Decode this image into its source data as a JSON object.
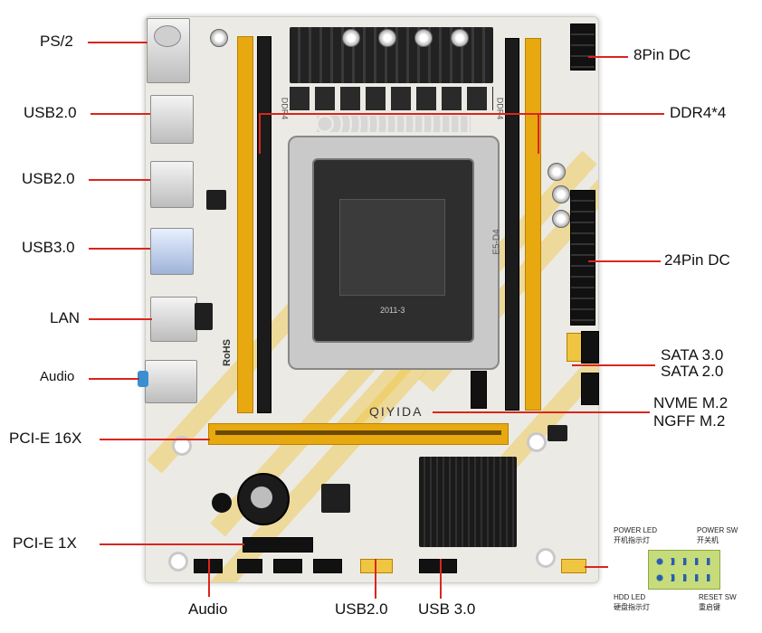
{
  "labels": {
    "ps2": "PS/2",
    "usb20_a": "USB2.0",
    "usb20_b": "USB2.0",
    "usb30": "USB3.0",
    "lan": "LAN",
    "audio_left": "Audio",
    "pcie16": "PCI-E 16X",
    "pcie1": "PCI-E 1X",
    "pin8": "8Pin DC",
    "ddr4": "DDR4*4",
    "pin24": "24Pin DC",
    "sata30": "SATA 3.0",
    "sata20": "SATA 2.0",
    "nvme": "NVME M.2",
    "ngff": "NGFF  M.2",
    "audio_bottom": "Audio",
    "usb20_bottom": "USB2.0",
    "usb30_bottom": "USB 3.0"
  },
  "board": {
    "brand": "QIYIDA",
    "socket_text": "2011-3",
    "model_text": "E5-D4",
    "rohs": "RoHS",
    "ddr_text": "DDR4"
  },
  "panel": {
    "power_led": "POWER LED",
    "power_led_cn": "开机指示灯",
    "power_sw": "POWER SW",
    "power_sw_cn": "开关机",
    "hdd_led": "HDD LED",
    "hdd_led_cn": "硬盘指示灯",
    "reset_sw": "RESET SW",
    "reset_sw_cn": "重启键"
  },
  "colors": {
    "leader": "#d9261c",
    "slot_yellow": "#e7a90f",
    "board": "#eceae4",
    "panel_green": "#c6dc7a"
  }
}
